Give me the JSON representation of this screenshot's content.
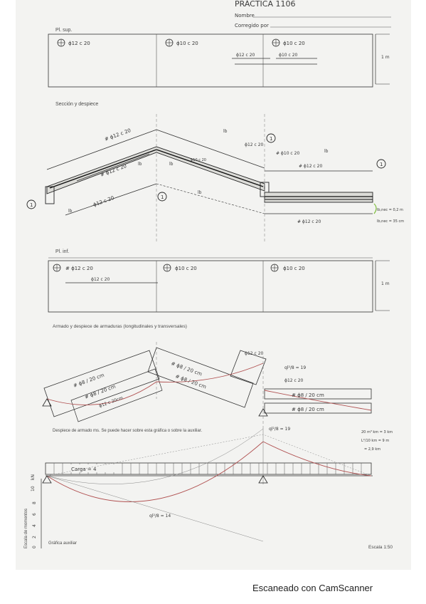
{
  "header": {
    "title": "PRÁCTICA 1106",
    "name_label": "Nombre",
    "corrector_label": "Corregido por"
  },
  "plan_sup": {
    "label": "Pl. sup.",
    "annotations": [
      "ϕ12 c 20",
      "ϕ10 c 20",
      "ϕ10 c 20",
      "ϕ12 c 20",
      "ϕ10 c 20"
    ],
    "dim": "1 m"
  },
  "seccion": {
    "label": "Sección y despiece",
    "annotations": [
      "# ϕ12 c 20",
      "ϕ12 c 20",
      "# ϕ12 c 20",
      "# ϕ10 c 20",
      "ϕ12 c 20",
      "# ϕ12 c 20",
      "# ϕ12 c 20",
      "ϕ10 c 20"
    ],
    "lengths": [
      "lb",
      "lb",
      "lb",
      "lb",
      "lb",
      "lb"
    ],
    "refs": [
      "1",
      "1",
      "1",
      "1"
    ],
    "note1": "lb,nec = 0,2 m",
    "note2": "lb,nec = 35 cm"
  },
  "plan_inf": {
    "label": "Pl. inf.",
    "annotations": [
      "# ϕ12 c 20",
      "ϕ12 c 20",
      "ϕ10 c 20",
      "ϕ10 c 20"
    ],
    "dim": "1 m"
  },
  "armado": {
    "label": "Armado y despiece de armaduras (longitudinales y transversales)",
    "annotations": [
      "# ϕ8 / 20 cm",
      "# ϕ8 / 20 cm",
      "ϕ12 c 20cm",
      "# ϕ8 / 20 cm",
      "# ϕ8 / 20 cm",
      "ϕ12 c 20",
      "ϕ12 c 20",
      "# ϕ8 / 20 cm",
      "# ϕ8 / 20 cm"
    ],
    "formula_top": "ql²/8 = 19",
    "despiece_text": "Despiece de armado ms. Se puede hacer sobre esta gráfica o sobre la auxiliar.",
    "formula_mid": "ql²/8 = 19",
    "calc": [
      "20 m³ km = 3 km",
      "L²/10 km = 9 m",
      "= 2,9 km"
    ],
    "carga_label": "Carga = 4",
    "formula_bottom": "ql²/8 = 14",
    "axis_label": "Escala de momentos",
    "axis_ticks": [
      "10",
      "8",
      "6",
      "4",
      "2",
      "0"
    ],
    "axis_unit": "kN",
    "aux_label": "Gráfica auxiliar",
    "scale": "Escala 1:50"
  },
  "footer": "Escaneado con CamScanner"
}
